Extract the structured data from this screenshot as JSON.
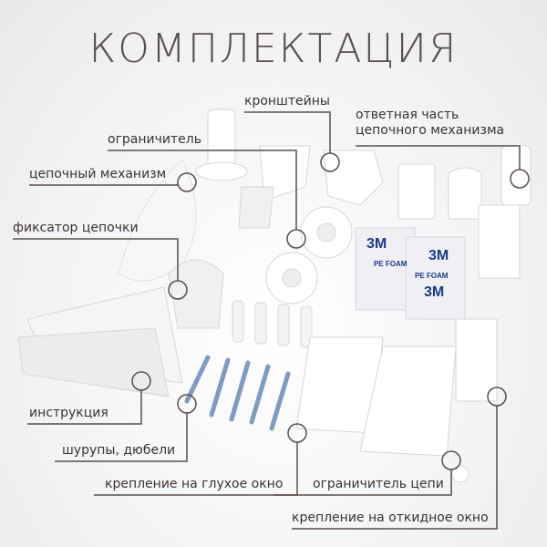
{
  "title": "КОМПЛЕКТАЦИЯ",
  "labels": {
    "brackets": "кронштейны",
    "counterpart_line1": "ответная часть",
    "counterpart_line2": "цепочного механизма",
    "limiter": "ограничитель",
    "chain_mechanism": "цепочный механизм",
    "chain_fixer": "фиксатор цепочки",
    "instruction": "инструкция",
    "screws": "шурупы, дюбели",
    "fixed_window_mount": "крепление на глухое окно",
    "chain_limiter": "ограничитель цепи",
    "tilt_window_mount": "крепление на откидное окно"
  },
  "product_print": {
    "tape": "3M",
    "tape_sub": "PE FOAM"
  },
  "colors": {
    "title": "#5b4f49",
    "line": "#5a4e48",
    "text": "#3a3330"
  }
}
